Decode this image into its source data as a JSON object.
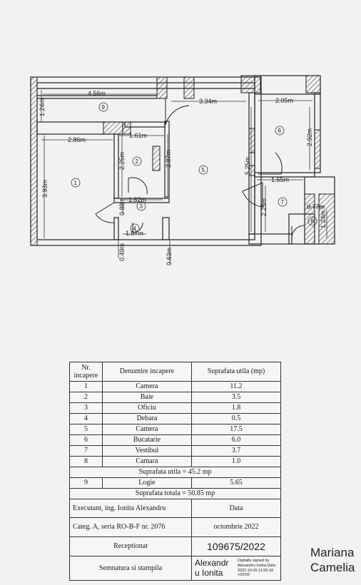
{
  "plan": {
    "dimensions": [
      "4.56m",
      "1.24m",
      "3.34m",
      "2.05m",
      "2.92m",
      "1.61m",
      "2.86m",
      "2.25m",
      "2.87m",
      "5.25m",
      "3.93m",
      "1.65m",
      "1.62m",
      "0.88m",
      "2.25m",
      "0.77m",
      "1.24m",
      "1.07m",
      "0.49m",
      "0.63m"
    ],
    "room_markers": [
      "9",
      "1",
      "2",
      "5",
      "6",
      "3",
      "7",
      "4",
      "8"
    ]
  },
  "table": {
    "headers": {
      "nr": "Nr. incapere",
      "name": "Denumire incapere",
      "area": "Suprafata utila (mp)"
    },
    "rows": [
      {
        "nr": "1",
        "name": "Camera",
        "area": "11.2"
      },
      {
        "nr": "2",
        "name": "Baie",
        "area": "3.5"
      },
      {
        "nr": "3",
        "name": "Oficiu",
        "area": "1.8"
      },
      {
        "nr": "4",
        "name": "Debara",
        "area": "0.5"
      },
      {
        "nr": "5",
        "name": "Camera",
        "area": "17.5"
      },
      {
        "nr": "6",
        "name": "Bucatarie",
        "area": "6.0"
      },
      {
        "nr": "7",
        "name": "Vestibul",
        "area": "3.7"
      },
      {
        "nr": "8",
        "name": "Camara",
        "area": "1.0"
      }
    ],
    "suprafata_utila": "Suprafata utila = 45.2 mp",
    "logie": {
      "nr": "9",
      "name": "Logie",
      "area": "5.65"
    },
    "suprafata_totala": "Suprafata totala = 50.85 mp",
    "executant": "Executant, ing. Ionita Alexandru",
    "data_label": "Data",
    "categ": "Categ. A, seria RO-B-F nr. 2076",
    "date_value": "octombrie 2022",
    "receptionat": "Receptionat",
    "number": "109675/2022",
    "semnatura": "Semnatura si stampila",
    "signer_name": "Alexandr u Ionita",
    "signed_note": "Digitally signed by Alexandru Ionita Date: 2022.10.05 11:55:18 +03'00'"
  },
  "sidenote": [
    "Mariana",
    "Camelia"
  ]
}
